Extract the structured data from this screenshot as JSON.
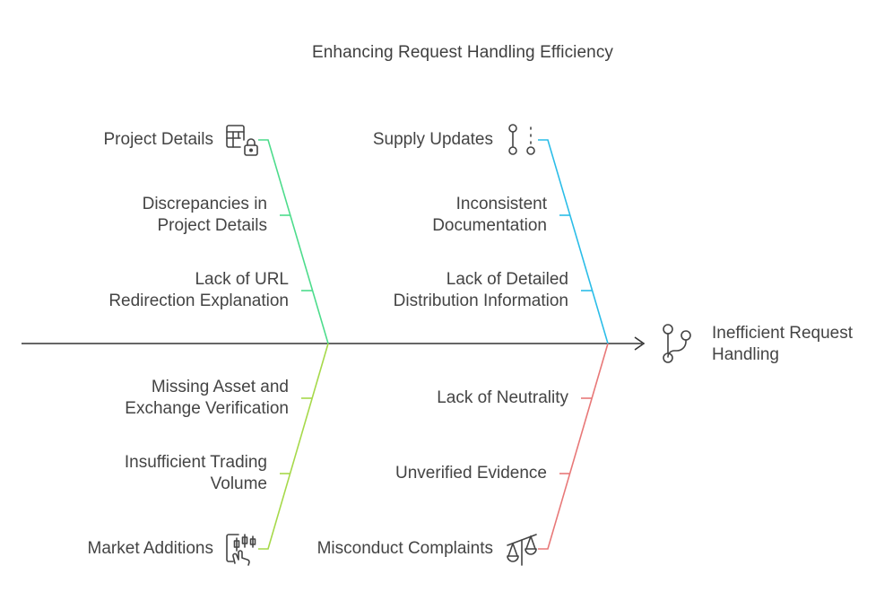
{
  "title": "Enhancing Request Handling Efficiency",
  "effect": {
    "label_line1": "Inefficient Request",
    "label_line2": "Handling",
    "icon": "git-branch-icon"
  },
  "categories": {
    "project_details": {
      "label": "Project Details",
      "icon": "table-lock-icon",
      "color": "#4ddc8c",
      "causes": [
        {
          "line1": "Discrepancies in",
          "line2": "Project Details"
        },
        {
          "line1": "Lack of URL",
          "line2": "Redirection Explanation"
        }
      ]
    },
    "supply_updates": {
      "label": "Supply Updates",
      "icon": "git-commit-icon",
      "color": "#2bbde8",
      "causes": [
        {
          "line1": "Inconsistent",
          "line2": "Documentation"
        },
        {
          "line1": "Lack of Detailed",
          "line2": "Distribution Information"
        }
      ]
    },
    "market_additions": {
      "label": "Market Additions",
      "icon": "candlestick-chart-icon",
      "color": "#a6d94a",
      "causes": [
        {
          "line1": "Missing Asset and",
          "line2": "Exchange Verification"
        },
        {
          "line1": "Insufficient Trading",
          "line2": "Volume"
        }
      ]
    },
    "misconduct_complaints": {
      "label": "Misconduct Complaints",
      "icon": "scales-icon",
      "color": "#e87878",
      "causes": [
        {
          "line1": "Lack of Neutrality",
          "line2": ""
        },
        {
          "line1": "Unverified Evidence",
          "line2": ""
        }
      ]
    }
  },
  "colors": {
    "spine": "#333333",
    "text": "#444444"
  }
}
